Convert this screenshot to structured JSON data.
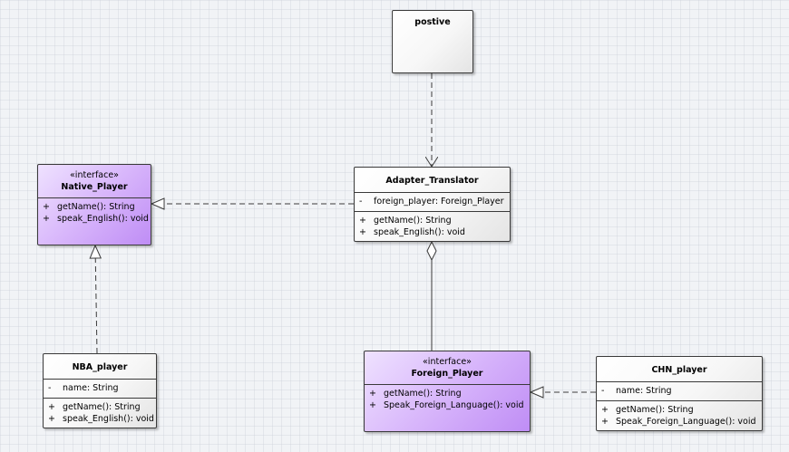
{
  "classes": {
    "postive": {
      "name": "postive",
      "stereotype": "",
      "attributes": [],
      "operations": []
    },
    "native_player": {
      "name": "Native_Player",
      "stereotype": "«interface»",
      "attributes": [],
      "operations": [
        {
          "vis": "+",
          "sig": "getName(): String"
        },
        {
          "vis": "+",
          "sig": "speak_English(): void"
        }
      ]
    },
    "adapter_translator": {
      "name": "Adapter_Translator",
      "stereotype": "",
      "attributes": [
        {
          "vis": "-",
          "sig": "foreign_player: Foreign_Player"
        }
      ],
      "operations": [
        {
          "vis": "+",
          "sig": "getName(): String"
        },
        {
          "vis": "+",
          "sig": "speak_English(): void"
        }
      ]
    },
    "nba_player": {
      "name": "NBA_player",
      "stereotype": "",
      "attributes": [
        {
          "vis": "-",
          "sig": "name: String"
        }
      ],
      "operations": [
        {
          "vis": "+",
          "sig": "getName(): String"
        },
        {
          "vis": "+",
          "sig": "speak_English(): void"
        }
      ]
    },
    "foreign_player": {
      "name": "Foreign_Player",
      "stereotype": "«interface»",
      "attributes": [],
      "operations": [
        {
          "vis": "+",
          "sig": "getName(): String"
        },
        {
          "vis": "+",
          "sig": "Speak_Foreign_Language(): void"
        }
      ]
    },
    "chn_player": {
      "name": "CHN_player",
      "stereotype": "",
      "attributes": [
        {
          "vis": "-",
          "sig": "name: String"
        }
      ],
      "operations": [
        {
          "vis": "+",
          "sig": "getName(): String"
        },
        {
          "vis": "+",
          "sig": "Speak_Foreign_Language(): void"
        }
      ]
    }
  },
  "relationships": [
    {
      "type": "dependency",
      "from": "postive",
      "to": "adapter_translator"
    },
    {
      "type": "realization",
      "from": "adapter_translator",
      "to": "native_player"
    },
    {
      "type": "realization",
      "from": "nba_player",
      "to": "native_player"
    },
    {
      "type": "aggregation",
      "from": "foreign_player",
      "to": "adapter_translator"
    },
    {
      "type": "realization",
      "from": "chn_player",
      "to": "foreign_player"
    }
  ],
  "colors": {
    "interface_fill": "#d8b6fb",
    "class_fill": "#f7f7f7",
    "line": "#3a3a3a",
    "canvas": "#f1f3f6"
  }
}
